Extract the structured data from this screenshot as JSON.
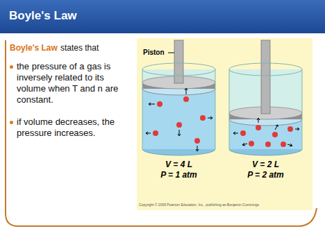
{
  "diagram": {
    "title": "Boyle's Law",
    "labels": [
      "Boyle's Law",
      "states that",
      "the pressure of a gas is inversely related to its volume when T and n are constant.",
      "if volume decreases, the pressure increases.",
      "Piston",
      "V = 4 L",
      "P = 1 atm",
      "V = 2 L",
      "P = 2 atm",
      "Copyright © 2005 Pearson Education, Inc., publishing as Benjamin Cummings"
    ]
  }
}
